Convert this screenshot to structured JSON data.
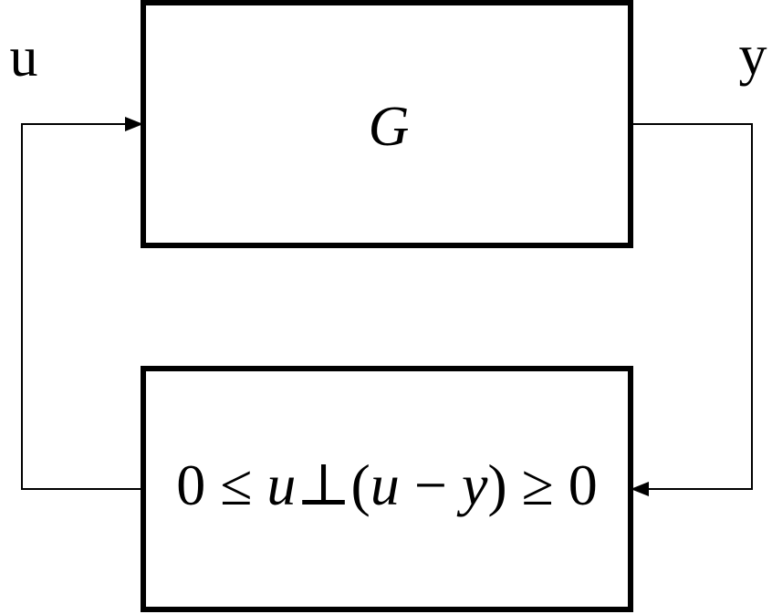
{
  "diagram": {
    "plant_block": {
      "label": "G"
    },
    "constraint_block": {
      "expression": {
        "zero_left": "0",
        "leq": "≤",
        "u1": "u",
        "perp": "⊥",
        "lparen": "(",
        "u2": "u",
        "minus": "−",
        "y": "y",
        "rparen": ")",
        "geq": "≥",
        "zero_right": "0"
      }
    },
    "signals": {
      "input": "u",
      "output": "y"
    },
    "colors": {
      "stroke": "#000000",
      "background": "#ffffff"
    }
  }
}
